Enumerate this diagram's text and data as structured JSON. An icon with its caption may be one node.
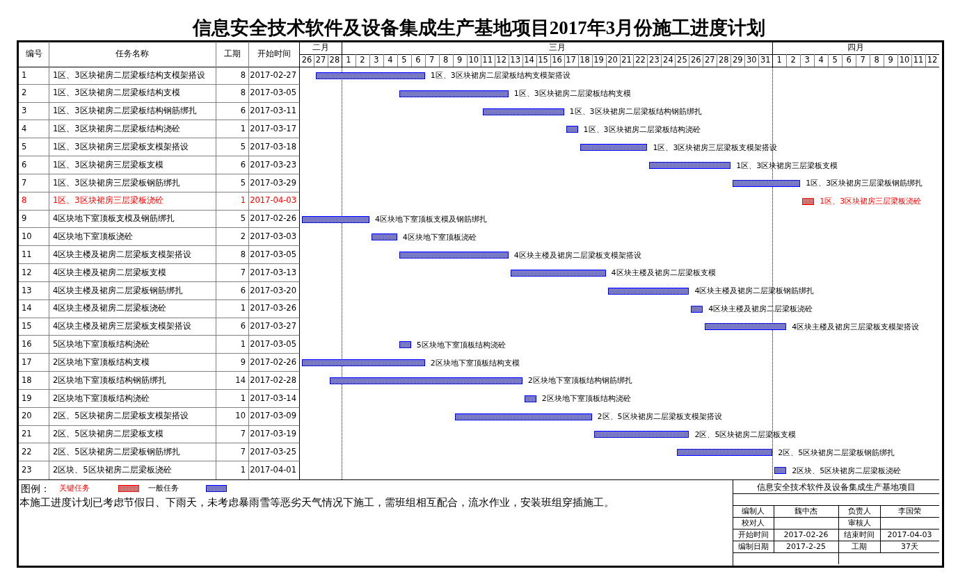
{
  "diagram": {
    "title": "信息安全技术软件及设备集成生产基地项目2017年3月份施工进度计划",
    "nodes": [
      {
        "text": [],
        "shape": "bar",
        "beside": [
          "1区、3区块裙房二层梁板结构支模架搭设"
        ]
      },
      {
        "text": [],
        "shape": "bar",
        "beside": [
          "1区、3区块裙房二层梁板结构支模"
        ]
      },
      {
        "text": [],
        "shape": "bar",
        "beside": [
          "1区、3区块裙房二层梁板结构钢筋绑扎"
        ]
      },
      {
        "text": [],
        "shape": "bar",
        "beside": [
          "1区、3区块裙房二层梁板结构浇砼"
        ]
      },
      {
        "text": [],
        "shape": "bar",
        "beside": [
          "1区、3区块裙房三层梁板支模架搭设"
        ]
      },
      {
        "text": [],
        "shape": "bar",
        "beside": [
          "1区、3区块裙房三层梁板支模"
        ]
      },
      {
        "text": [],
        "shape": "bar",
        "beside": [
          "1区、3区块裙房三层梁板钢筋绑扎"
        ]
      },
      {
        "text": [],
        "shape": "bar",
        "beside": [
          "1区、3区块裙房三层梁板浇砼"
        ]
      },
      {
        "text": [],
        "shape": "bar",
        "beside": [
          "4区块地下室顶板支模及钢筋绑扎"
        ]
      },
      {
        "text": [],
        "shape": "bar",
        "beside": [
          "4区块地下室顶板浇砼"
        ]
      },
      {
        "text": [],
        "shape": "bar",
        "beside": [
          "4区块主楼及裙房二层梁板支模架搭设"
        ]
      },
      {
        "text": [],
        "shape": "bar",
        "beside": [
          "4区块主楼及裙房二层梁板支模"
        ]
      },
      {
        "text": [],
        "shape": "bar",
        "beside": [
          "4区块主楼及裙房二层梁板钢筋绑扎"
        ]
      },
      {
        "text": [],
        "shape": "bar",
        "beside": [
          "4区块主楼及裙房二层梁板浇砼"
        ]
      },
      {
        "text": [],
        "shape": "bar",
        "beside": [
          "4区块主楼及裙房三层梁板支模架搭设"
        ]
      },
      {
        "text": [],
        "shape": "bar",
        "beside": [
          "5区块地下室顶板结构浇砼"
        ]
      },
      {
        "text": [],
        "shape": "bar",
        "beside": [
          "2区块地下室顶板结构支模"
        ]
      },
      {
        "text": [],
        "shape": "bar",
        "beside": [
          "2区块地下室顶板结构钢筋绑扎"
        ]
      },
      {
        "text": [],
        "shape": "bar",
        "beside": [
          "2区块地下室顶板结构浇砼"
        ]
      },
      {
        "text": [],
        "shape": "bar",
        "beside": [
          "2区、5区块裙房二层梁板支模架搭设"
        ]
      },
      {
        "text": [],
        "shape": "bar",
        "beside": [
          "2区、5区块裙房二层梁板支模"
        ]
      },
      {
        "text": [],
        "shape": "bar",
        "beside": [
          "2区、5区块裙房二层梁板钢筋绑扎"
        ]
      },
      {
        "text": [],
        "shape": "bar",
        "beside": [
          "2区块、5区块裙房二层梁板浇砼"
        ]
      }
    ],
    "labels": [
      "编号",
      "任务名称",
      "工期",
      "开始时间",
      "二月",
      "三月",
      "四月",
      "26",
      "27",
      "28",
      "1",
      "2",
      "3",
      "4",
      "5",
      "6",
      "7",
      "8",
      "9",
      "10",
      "11",
      "12",
      "13",
      "14",
      "15",
      "16",
      "17",
      "18",
      "19",
      "20",
      "21",
      "22",
      "23",
      "24",
      "25",
      "26",
      "27",
      "28",
      "29",
      "30",
      "31",
      "1",
      "2",
      "3",
      "4",
      "5",
      "6",
      "7",
      "8",
      "9",
      "10",
      "11",
      "12",
      "1",
      "1区、3区块裙房二层梁板结构支模架搭设",
      "8",
      "2017-02-27",
      "2",
      "1区、3区块裙房二层梁板结构支模",
      "8",
      "2017-03-05",
      "3",
      "1区、3区块裙房二层梁板结构钢筋绑扎",
      "6",
      "2017-03-11",
      "4",
      "1区、3区块裙房二层梁板结构浇砼",
      "1",
      "2017-03-17",
      "5",
      "1区、3区块裙房三层梁板支模架搭设",
      "5",
      "2017-03-18",
      "6",
      "1区、3区块裙房三层梁板支模",
      "6",
      "2017-03-23",
      "7",
      "1区、3区块裙房三层梁板钢筋绑扎",
      "5",
      "2017-03-29",
      "8",
      "1区、3区块裙房三层梁板浇砼",
      "1",
      "2017-04-03",
      "9",
      "4区块地下室顶板支模及钢筋绑扎",
      "5",
      "2017-02-26",
      "10",
      "4区块地下室顶板浇砼",
      "2",
      "2017-03-03",
      "11",
      "4区块主楼及裙房二层梁板支模架搭设",
      "8",
      "2017-03-05",
      "12",
      "4区块主楼及裙房二层梁板支模",
      "7",
      "2017-03-13",
      "13",
      "4区块主楼及裙房二层梁板钢筋绑扎",
      "6",
      "2017-03-20",
      "14",
      "4区块主楼及裙房二层梁板浇砼",
      "1",
      "2017-03-26",
      "15",
      "4区块主楼及裙房三层梁板支模架搭设",
      "6",
      "2017-03-27",
      "16",
      "5区块地下室顶板结构浇砼",
      "1",
      "2017-03-05",
      "17",
      "2区块地下室顶板结构支模",
      "9",
      "2017-02-26",
      "18",
      "2区块地下室顶板结构钢筋绑扎",
      "14",
      "2017-02-28",
      "19",
      "2区块地下室顶板结构浇砼",
      "1",
      "2017-03-14",
      "20",
      "2区、5区块裙房二层梁板支模架搭设",
      "10",
      "2017-03-09",
      "21",
      "2区、5区块裙房二层梁板支模",
      "7",
      "2017-03-19",
      "22",
      "2区、5区块裙房二层梁板钢筋绑扎",
      "7",
      "2017-03-25",
      "23",
      "2区块、5区块裙房二层梁板浇砼",
      "1",
      "2017-04-01",
      "图例：",
      "本施工进度计划已考虑节假日、下雨天，未考虑暴雨雪等恶劣天气情况下施工，需班组相互配合，流水作业，安装班组穿插施工。",
      "信息安全技术软件及设备集成生产基地项目",
      "编制人",
      "魏中杰",
      "负责人",
      "李国荣",
      "校对人",
      "审核人",
      "开始时间",
      "2017-02-26",
      "结束时间",
      "2017-04-03",
      "编制日期",
      "2017-2-25",
      "工期",
      "37天"
    ],
    "legend": [
      {
        "text": "关键任务",
        "color": "#ff0000"
      },
      {
        "text": "一般任务",
        "color": "#0000ff"
      }
    ]
  }
}
